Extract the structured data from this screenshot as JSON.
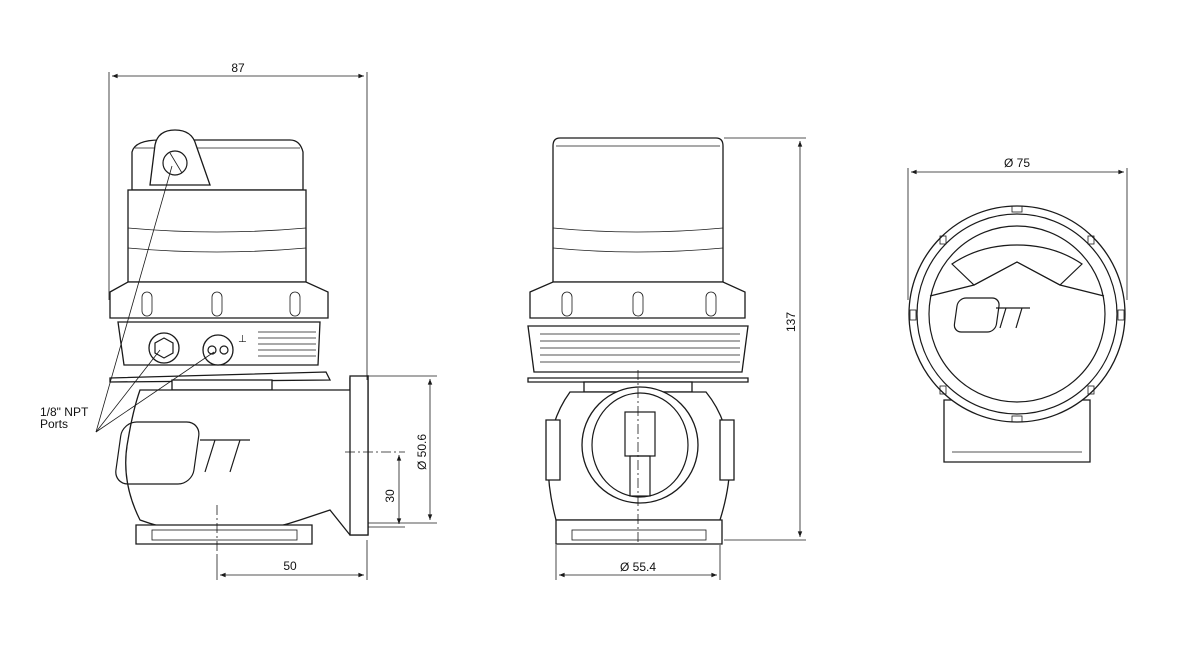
{
  "drawing": {
    "dimensions": {
      "width_left": "87",
      "base_offset": "50",
      "port_height": "30",
      "inlet_diameter": "Ø 50.6",
      "flange_diameter": "Ø 55.4",
      "overall_height": "137",
      "top_diameter": "Ø 75"
    },
    "note": {
      "line1": "1/8\" NPT",
      "line2": "Ports"
    },
    "logo": "TiAL-style logo mark"
  }
}
